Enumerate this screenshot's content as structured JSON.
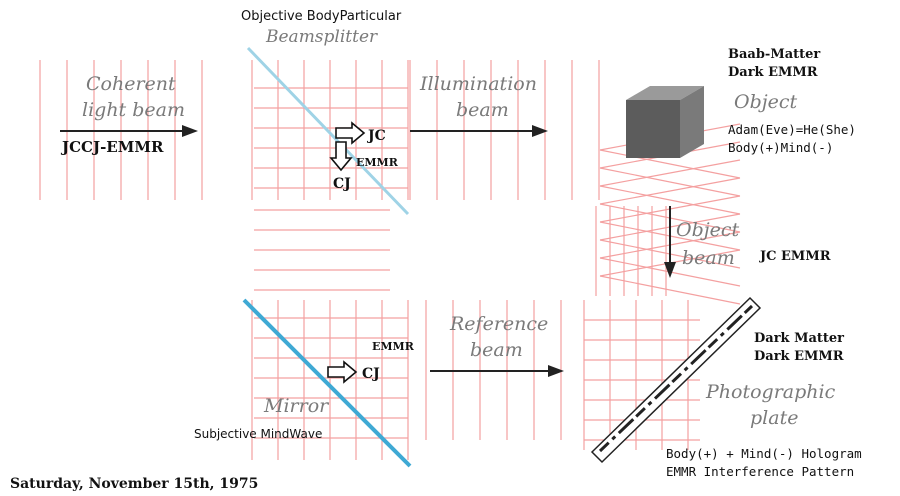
{
  "colors": {
    "wave_lines": "#f4a0a0",
    "splitter": "#9fd3e6",
    "mirror": "#3fa9d4",
    "arrow": "#222222",
    "cube_top": "#9a9a9a",
    "cube_front": "#5c5c5c",
    "cube_side": "#7a7a7a"
  },
  "labels": {
    "objective_body": "Objective BodyParticular",
    "beamsplitter": "Beamsplitter",
    "coherent": "Coherent",
    "light_beam": "light beam",
    "jccj": "JCCJ-EMMR",
    "illumination": "Illumination",
    "illum_beam": "beam",
    "baab_matter": "Baab-Matter",
    "dark_emmr_top": "Dark EMMR",
    "object": "Object",
    "adam_eve": "Adam(Eve)=He(She)",
    "body_mind": "Body(+)Mind(-)",
    "jc": "JC",
    "emmr_upper": "EMMR",
    "cj_upper": "CJ",
    "object_beam_1": "Object",
    "object_beam_2": "beam",
    "jc_emmr": "JC EMMR",
    "dark_matter": "Dark Matter",
    "dark_emmr_mid": "Dark EMMR",
    "reference": "Reference",
    "ref_beam": "beam",
    "emmr_lower": "EMMR",
    "cj_lower": "CJ",
    "mirror": "Mirror",
    "subjective": "Subjective MindWave",
    "photographic": "Photographic",
    "plate": "plate",
    "hologram": "Body(+) + Mind(-) Hologram",
    "interference": "EMMR Interference Pattern",
    "date": "Saturday, November 15th, 1975"
  }
}
